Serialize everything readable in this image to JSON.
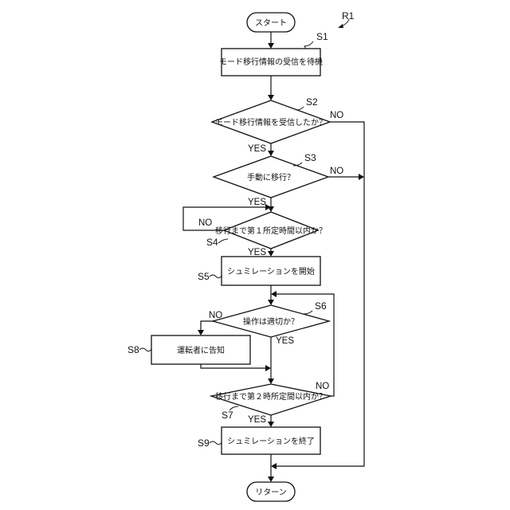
{
  "figure_label": "R1",
  "start": {
    "text": "スタート"
  },
  "end": {
    "text": "リターン"
  },
  "steps": {
    "s1": {
      "tag": "S1",
      "text": "モード移行情報の受信を待機"
    },
    "s2": {
      "tag": "S2",
      "text": "モード移行情報を受信したか？",
      "yes": "YES",
      "no": "NO"
    },
    "s3": {
      "tag": "S3",
      "text": "手動に移行？",
      "yes": "YES",
      "no": "NO"
    },
    "s4": {
      "tag": "S4",
      "text": "移行まで第１所定時間以内か？",
      "yes": "YES",
      "no": "NO"
    },
    "s5": {
      "tag": "S5",
      "text": "シュミレーションを開始"
    },
    "s6": {
      "tag": "S6",
      "text": "操作は適切か？",
      "yes": "YES",
      "no": "NO"
    },
    "s7": {
      "tag": "S7",
      "text": "移行まで第２時所定間以内か？",
      "yes": "YES",
      "no": "NO"
    },
    "s8": {
      "tag": "S8",
      "text": "運転者に告知"
    },
    "s9": {
      "tag": "S9",
      "text": "シュミレーションを終了"
    }
  }
}
